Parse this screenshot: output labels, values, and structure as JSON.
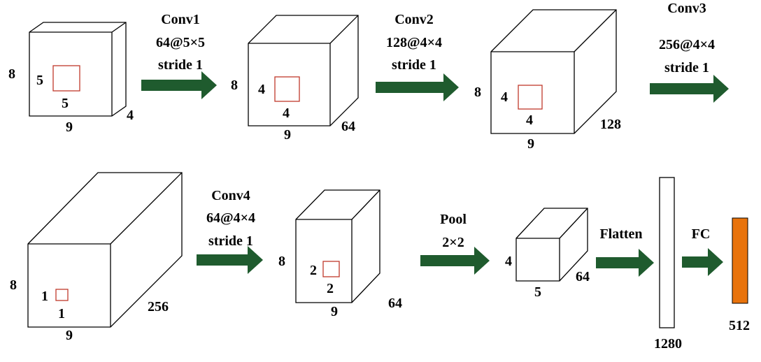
{
  "colors": {
    "arrow": "#1f5b2e",
    "kernel": "#c0392b",
    "output": "#e8730c",
    "stroke": "#000000"
  },
  "blocks": [
    {
      "height": "8",
      "width": "9",
      "depth": "4",
      "kernel": "5",
      "kernel_h": "5"
    },
    {
      "height": "8",
      "width": "9",
      "depth": "64",
      "kernel": "4",
      "kernel_h": "4"
    },
    {
      "height": "8",
      "width": "9",
      "depth": "128",
      "kernel": "4",
      "kernel_h": "4"
    },
    {
      "height": "8",
      "width": "9",
      "depth": "256",
      "kernel": "1",
      "kernel_h": "1"
    },
    {
      "height": "8",
      "width": "9",
      "depth": "64",
      "kernel": "2",
      "kernel_h": "2"
    },
    {
      "height": "4",
      "width": "5",
      "depth": "64"
    }
  ],
  "ops": [
    {
      "name": "Conv1",
      "param": "64@5×5",
      "stride": "stride 1"
    },
    {
      "name": "Conv2",
      "param": "128@4×4",
      "stride": "stride 1"
    },
    {
      "name": "Conv3",
      "param": "256@4×4",
      "stride": "stride 1"
    },
    {
      "name": "Conv4",
      "param": "64@4×4",
      "stride": "stride 1"
    },
    {
      "name": "Pool",
      "param": "2×2"
    },
    {
      "name": "Flatten"
    },
    {
      "name": "FC"
    }
  ],
  "flatten": {
    "size": "1280"
  },
  "fc": {
    "size": "512"
  }
}
